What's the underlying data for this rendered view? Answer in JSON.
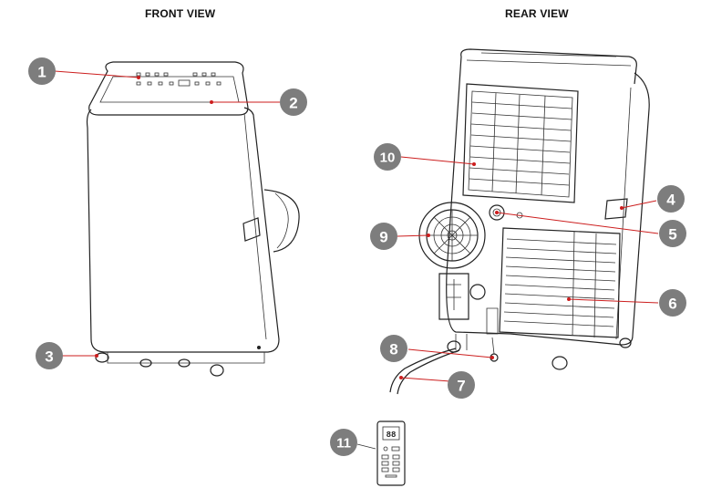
{
  "views": {
    "front": "FRONT VIEW",
    "rear": "REAR VIEW"
  },
  "colors": {
    "badge": "#7d7d7d",
    "callout": "#cc1e1e",
    "outline": "#222222"
  },
  "callouts": [
    {
      "number": "1"
    },
    {
      "number": "2"
    },
    {
      "number": "3"
    },
    {
      "number": "4"
    },
    {
      "number": "5"
    },
    {
      "number": "6"
    },
    {
      "number": "7"
    },
    {
      "number": "8"
    },
    {
      "number": "9"
    },
    {
      "number": "10"
    },
    {
      "number": "11"
    }
  ],
  "remote_display": "88"
}
